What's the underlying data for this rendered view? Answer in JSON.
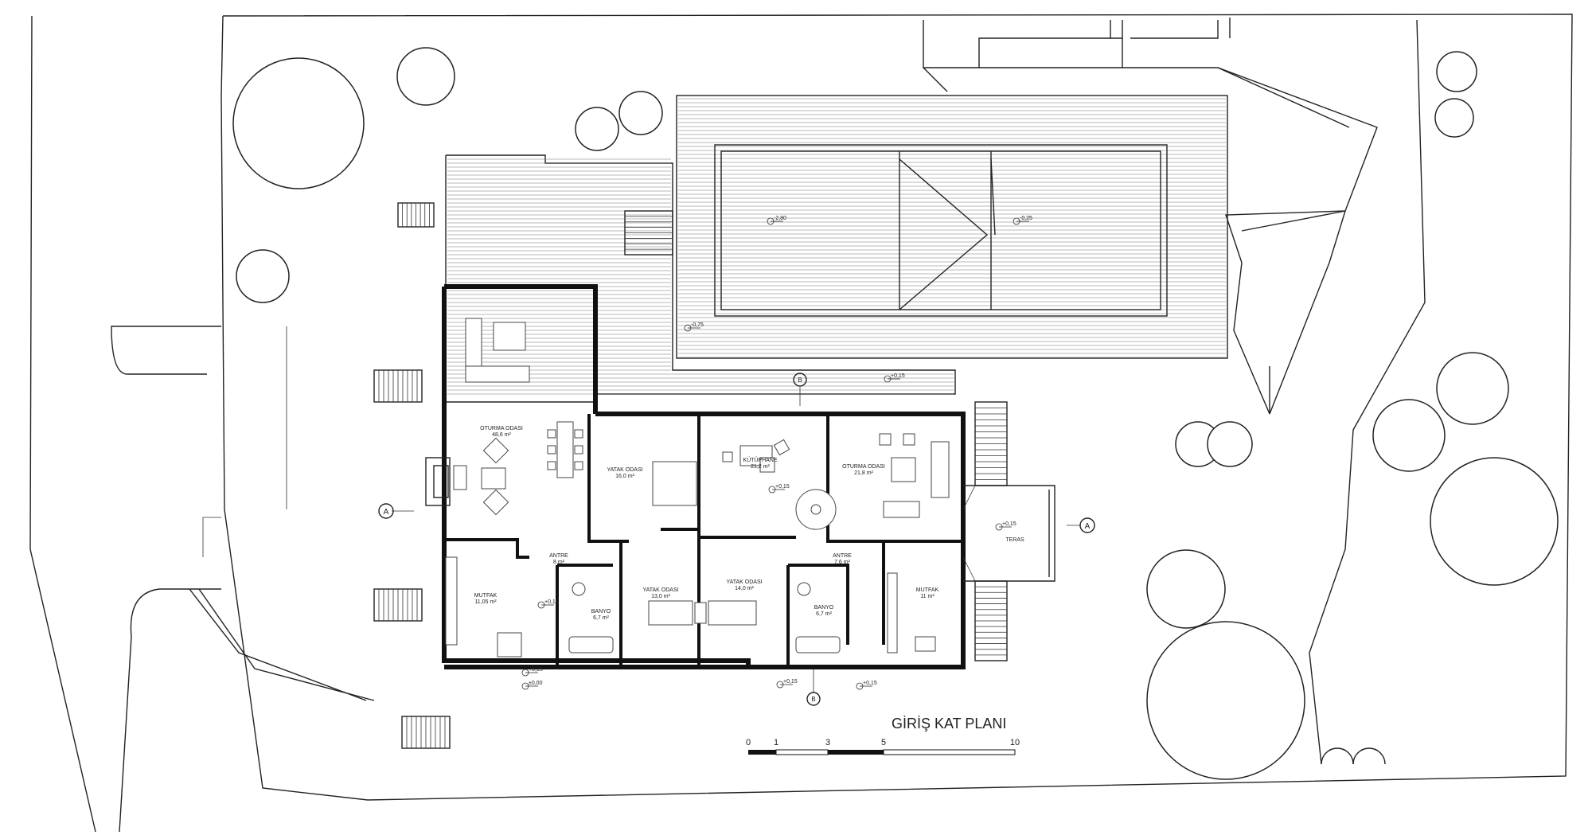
{
  "title": "GİRİŞ KAT PLANI",
  "scale": {
    "ticks": [
      "0",
      "1",
      "3",
      "5",
      "10"
    ]
  },
  "rooms": [
    {
      "name": "OTURMA ODASI",
      "area": "48,6 m²"
    },
    {
      "name": "YATAK ODASI",
      "area": "16,0 m²"
    },
    {
      "name": "KÜTÜPHANE",
      "area": "21,2 m²"
    },
    {
      "name": "OTURMA ODASI",
      "area": "21,8 m²"
    },
    {
      "name": "ANTRE",
      "area": "8 m²"
    },
    {
      "name": "MUTFAK",
      "area": "11,05 m²"
    },
    {
      "name": "BANYO",
      "area": "6,7 m²"
    },
    {
      "name": "YATAK ODASI",
      "area": "13,0 m²"
    },
    {
      "name": "YATAK ODASI",
      "area": "14,0 m²"
    },
    {
      "name": "ANTRE",
      "area": "7,6 m²"
    },
    {
      "name": "BANYO",
      "area": "6,7 m²"
    },
    {
      "name": "MUTFAK",
      "area": "11 m²"
    },
    {
      "name": "TERAS",
      "area": ""
    }
  ],
  "levels": [
    "-2,80",
    "-0,25",
    "-0,75",
    "+0,15",
    "+0,15",
    "+0,15",
    "+0,15",
    "+0,15",
    "±0,00",
    "+0,15",
    "+0,15"
  ],
  "section_marks": [
    "A",
    "A",
    "B",
    "B"
  ]
}
